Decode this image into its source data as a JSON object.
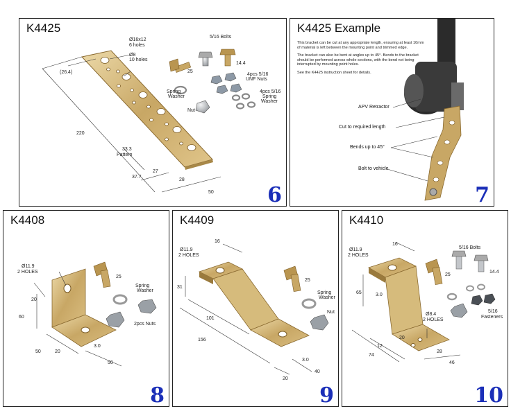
{
  "panels": {
    "p6": {
      "title": "K4425",
      "number": "6",
      "labels": {
        "hole_big": "Ø16x12",
        "hole_big_count": "6 holes",
        "hole_small": "Ø8",
        "hole_small_count": "10 holes",
        "offset": "(26.4)",
        "length": "220",
        "pattern_val": "33.3",
        "pattern_word": "Pattern",
        "d37": "37.7",
        "d27": "27",
        "d28": "28",
        "d50": "50",
        "bolts": "5/16 Bolts",
        "d25": "25",
        "d144": "14.4",
        "nuts": "4pcs 5/16",
        "nuts2": "UNF Nuts",
        "spring": "Spring",
        "washer": "Washer",
        "spring4": "4pcs 5/16",
        "spring4b": "Spring",
        "spring4c": "Washer",
        "nut": "Nut"
      }
    },
    "p7": {
      "title": "K4425 Example",
      "number": "7",
      "para1": "This bracket can be cut at any appropriate length, ensuring at least 10mm of material is left between the mounting point and trimmed edge.",
      "para2": "The bracket can also be bent at angles up to 45°. Bends to the bracket should be performed across whole sections, with the bend not being interrupted by mounting point holes.",
      "para3": "See the K4425 instruction sheet for details.",
      "callouts": {
        "retractor": "APV Retractor",
        "cut": "Cut to required length",
        "bends": "Bends up to 45°",
        "bolt": "Bolt to vehicle"
      }
    },
    "p8": {
      "title": "K4408",
      "number": "8",
      "labels": {
        "hole": "Ø11.9",
        "hole2": "2 HOLES",
        "d20a": "20",
        "d60": "60",
        "d50a": "50",
        "d20b": "20",
        "d30": "3.0",
        "d50b": "50",
        "d25": "25",
        "spring": "Spring",
        "washer": "Washer",
        "nuts": "2pcs Nuts"
      }
    },
    "p9": {
      "title": "K4409",
      "number": "9",
      "labels": {
        "d16": "16",
        "hole": "Ø11.9",
        "hole2": "2 HOLES",
        "d31": "31",
        "d101": "101",
        "d156": "156",
        "d30": "3.0",
        "d20": "20",
        "d40": "40",
        "d25": "25",
        "spring": "Spring",
        "washer": "Washer",
        "nut": "Nut"
      }
    },
    "p10": {
      "title": "K4410",
      "number": "10",
      "labels": {
        "d16": "16",
        "hole": "Ø11.9",
        "hole2": "2 HOLES",
        "d65": "65",
        "d30": "3.0",
        "hole84": "Ø8.4",
        "hole84b": "2 HOLES",
        "d20": "20",
        "d12": "12",
        "d74": "74",
        "d28": "28",
        "d46": "46",
        "bolts": "5/16 Bolts",
        "d25": "25",
        "d144": "14.4",
        "fast1": "5/16",
        "fast2": "Fasteners"
      }
    }
  },
  "colors": {
    "brass": "#c8a765",
    "brass_dark": "#9a7a3d",
    "brass_light": "#e8d3a0",
    "steel": "#b9bcc0",
    "number_blue": "#1b2fb8"
  }
}
